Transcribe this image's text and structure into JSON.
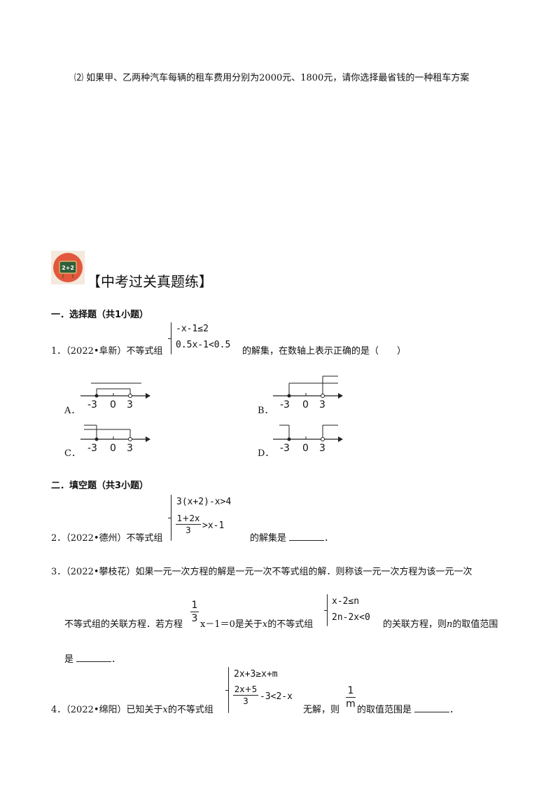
{
  "top": {
    "num": "⑵",
    "text": "如果甲、乙两种汽车每辆的租车费用分别为2000元、1800元，请你选择最省钱的一种租车方案"
  },
  "banner": {
    "badge_text": "2+2",
    "title": "【中考过关真题练】"
  },
  "section1": {
    "title": "一．选择题（共1小题）"
  },
  "q1": {
    "num": "1．",
    "source": "（2022•阜新）不等式组",
    "line1": "-x-1≤2",
    "line2": "0.5x-1<0.5",
    "tail": "的解集，在数轴上表示正确的是（　　）",
    "options": [
      {
        "label": "A．",
        "ticks": [
          "-3",
          "0",
          "3"
        ]
      },
      {
        "label": "B．",
        "ticks": [
          "-3",
          "0",
          "3"
        ]
      },
      {
        "label": "C．",
        "ticks": [
          "-3",
          "0",
          "3"
        ]
      },
      {
        "label": "D．",
        "ticks": [
          "-3",
          "0",
          "3"
        ]
      }
    ]
  },
  "section2": {
    "title": "二．填空题（共3小题）"
  },
  "q2": {
    "num": "2．",
    "source": "（2022•德州）不等式组",
    "line1": "3(x+2)-x>4",
    "frac_num": "1+2x",
    "frac_den": "3",
    "line2_tail": ">x-1",
    "tail": "的解集是",
    "end": "．"
  },
  "q3": {
    "num": "3．",
    "text1": "（2022•攀枝花）如果一元一次方程的解是一元一次不等式组的解．则称该一元一次方程为该一元一次",
    "text2a": "不等式组的关联方程．若方程",
    "frac_num": "1",
    "frac_den": "3",
    "text2b": "x－1＝0是关于",
    "var_x": "x",
    "text2c": "的不等式组",
    "line1": "x-2≤n",
    "line2": "2n-2x<0",
    "text2d": "的关联方程，则",
    "var_n": "n",
    "text2e": "的取值范围",
    "text3": "是",
    "end": "．"
  },
  "q4": {
    "num": "4．",
    "source": "（2022•绵阳）已知关于",
    "var_x": "x",
    "text_a": "的不等式组",
    "line1": "2x+3≥x+m",
    "frac_num": "2x+5",
    "frac_den": "3",
    "line2_tail": "-3<2-x",
    "text_b": "无解，则",
    "m_num": "1",
    "m_den": "m",
    "text_c": "的取值范围是",
    "end": "．"
  }
}
